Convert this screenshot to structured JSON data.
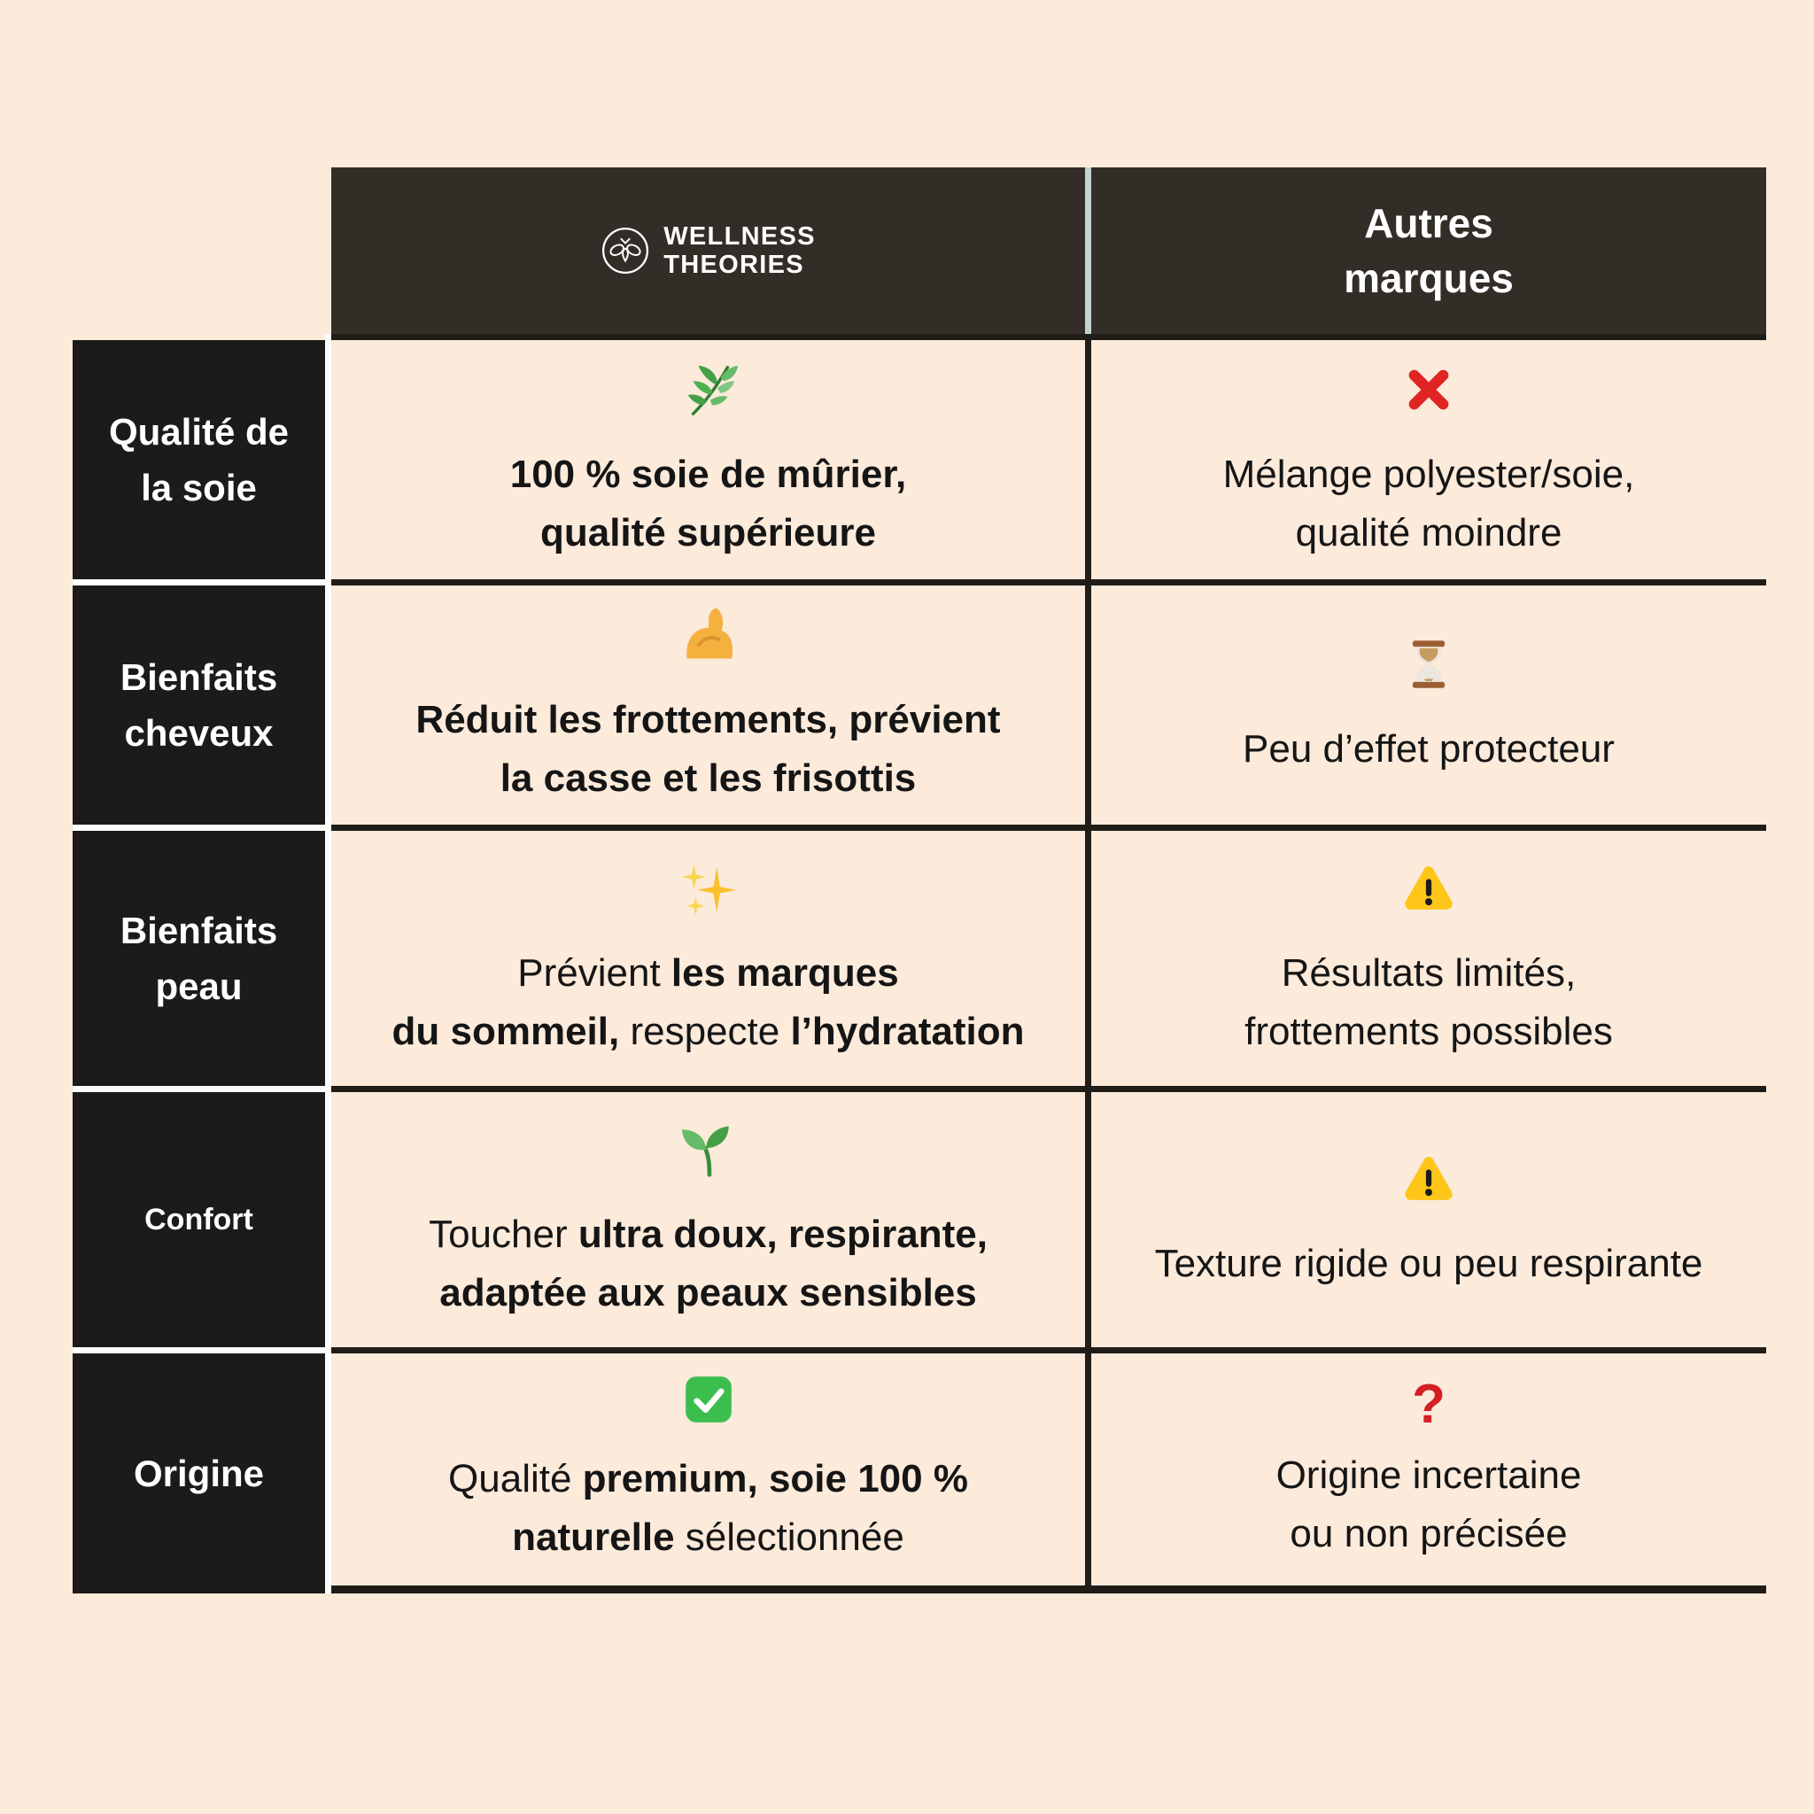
{
  "page": {
    "background_color": "#FCEADB",
    "panel_dark_color": "#332D28",
    "label_dark_color": "#1D1B19",
    "border_color": "#201D19",
    "header_divider_color": "#C3D2CE",
    "accent_red": "#E02423"
  },
  "header": {
    "brand": {
      "icon": "bee-logo-icon",
      "name": "WELLNESS\nTHEORIES"
    },
    "other": {
      "label": "Autres\nmarques"
    }
  },
  "rows": [
    {
      "label": "Qualité de\nla soie",
      "brand": {
        "icon": "herb-icon",
        "segments": [
          {
            "t": "100 % soie de mûrier,\nqualité supérieure",
            "b": true
          }
        ]
      },
      "other": {
        "icon": "cross-mark-icon",
        "segments": [
          {
            "t": "Mélange polyester/soie,\nqualité moindre",
            "b": false
          }
        ]
      }
    },
    {
      "label": "Bienfaits\ncheveux",
      "brand": {
        "icon": "flexed-biceps-icon",
        "segments": [
          {
            "t": "Réduit les frottements, prévient\nla casse et les frisottis",
            "b": true
          }
        ]
      },
      "other": {
        "icon": "hourglass-icon",
        "segments": [
          {
            "t": "Peu d’effet protecteur",
            "b": false
          }
        ]
      }
    },
    {
      "label": "Bienfaits\npeau",
      "brand": {
        "icon": "sparkles-icon",
        "segments": [
          {
            "t": "Prévient ",
            "b": false
          },
          {
            "t": "les marques\ndu sommeil,",
            "b": true
          },
          {
            "t": " respecte ",
            "b": false
          },
          {
            "t": "l’hydratation",
            "b": true
          }
        ]
      },
      "other": {
        "icon": "warning-icon",
        "segments": [
          {
            "t": "Résultats limités,\nfrottements possibles",
            "b": false
          }
        ]
      }
    },
    {
      "label": "Confort",
      "brand": {
        "icon": "seedling-icon",
        "segments": [
          {
            "t": "Toucher ",
            "b": false
          },
          {
            "t": "ultra doux, respirante,\nadaptée aux peaux sensibles",
            "b": true
          }
        ]
      },
      "other": {
        "icon": "warning-icon",
        "segments": [
          {
            "t": "Texture rigide ou peu respirante",
            "b": false
          }
        ]
      }
    },
    {
      "label": "Origine",
      "brand": {
        "icon": "check-mark-icon",
        "segments": [
          {
            "t": "Qualité ",
            "b": false
          },
          {
            "t": "premium, soie 100 %\nnaturelle",
            "b": true
          },
          {
            "t": " sélectionnée",
            "b": false
          }
        ]
      },
      "other": {
        "icon": "question-mark-icon",
        "segments": [
          {
            "t": "Origine incertaine\nou non précisée",
            "b": false
          }
        ]
      }
    }
  ]
}
